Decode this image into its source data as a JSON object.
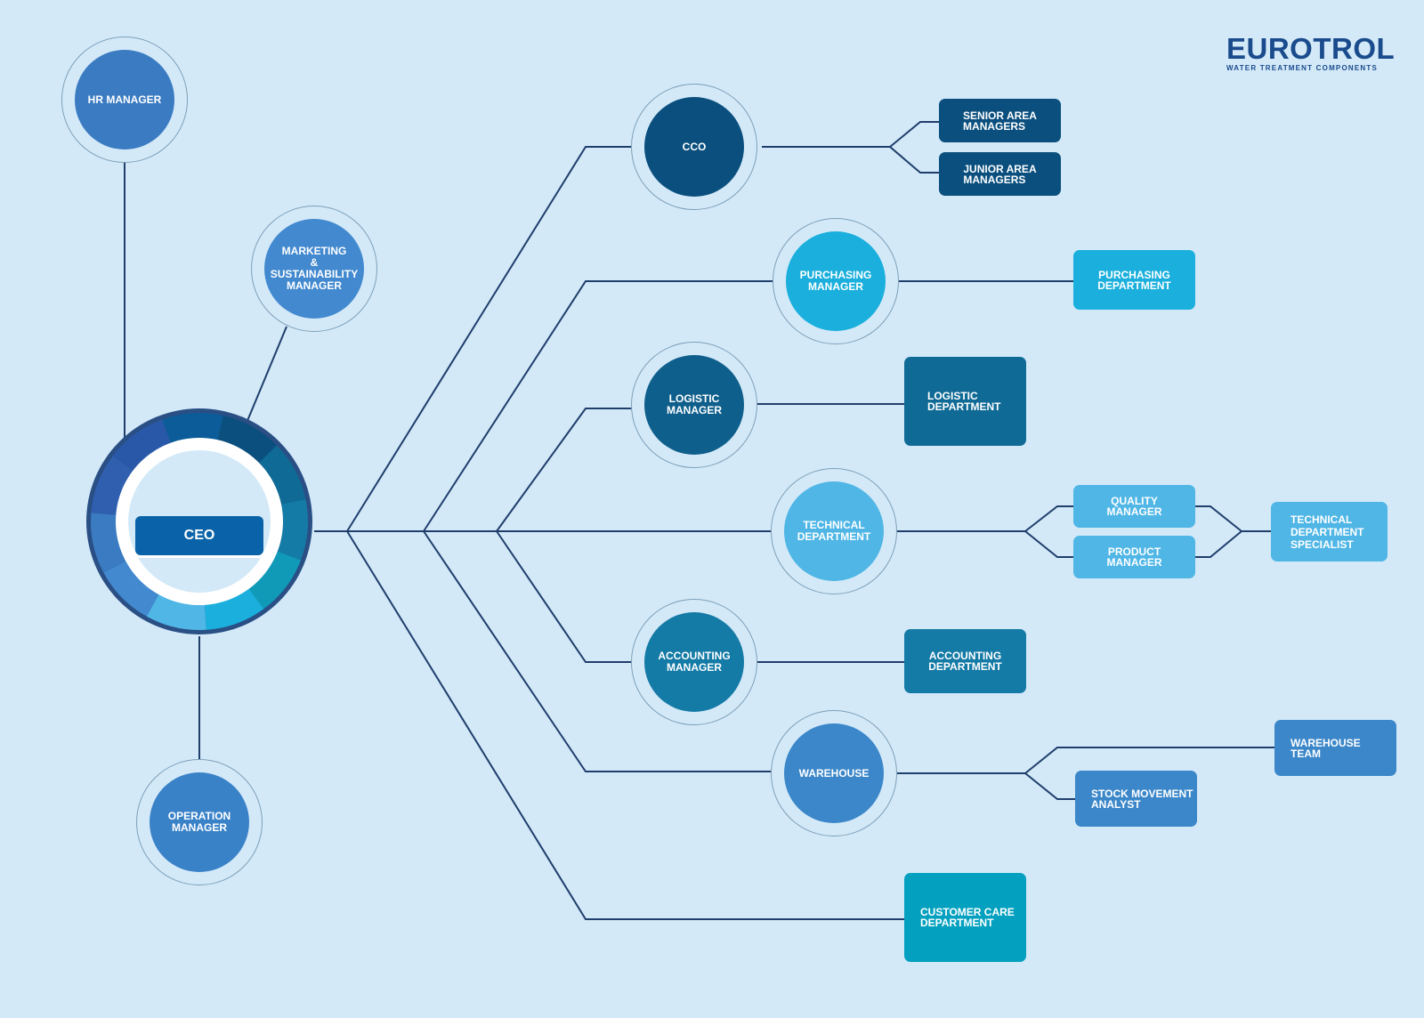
{
  "logo": {
    "name": "EUROTROL",
    "tagline": "WATER TREATMENT COMPONENTS"
  },
  "ceo": {
    "label": "CEO"
  },
  "circles": {
    "hr": "HR MANAGER",
    "marketing": "MARKETING\n& SUSTAINABILITY\nMANAGER",
    "operation": "OPERATION\nMANAGER",
    "cco": "CCO",
    "purchasing": "PURCHASING\nMANAGER",
    "logistic": "LOGISTIC\nMANAGER",
    "technical": "TECHNICAL\nDEPARTMENT",
    "accounting": "ACCOUNTING\nMANAGER",
    "warehouse": "WAREHOUSE"
  },
  "boxes": {
    "senior_area": "SENIOR AREA\nMANAGERS",
    "junior_area": "JUNIOR AREA\nMANAGERS",
    "purchasing_dept": "PURCHASING\nDEPARTMENT",
    "logistic_dept": "LOGISTIC\nDEPARTMENT",
    "quality_manager": "QUALITY\nMANAGER",
    "product_manager": "PRODUCT\nMANAGER",
    "technical_specialist": "TECHNICAL\nDEPARTMENT\nSPECIALIST",
    "accounting_dept": "ACCOUNTING\nDEPARTMENT",
    "warehouse_team": "WAREHOUSE\nTEAM",
    "stock_movement": "STOCK MOVEMENT\nANALYST",
    "customer_care": "CUSTOMER CARE\nDEPARTMENT"
  },
  "colors": {
    "background": "#d3e9f8",
    "connector": "#1f3e6b",
    "dark_navy": "#0a4f7e",
    "mid_blue": "#3a7fc4",
    "bright_cyan": "#1aafdc",
    "light_blue": "#4fb6e6",
    "teal": "#109ab8",
    "steel_teal": "#0f6a95"
  }
}
